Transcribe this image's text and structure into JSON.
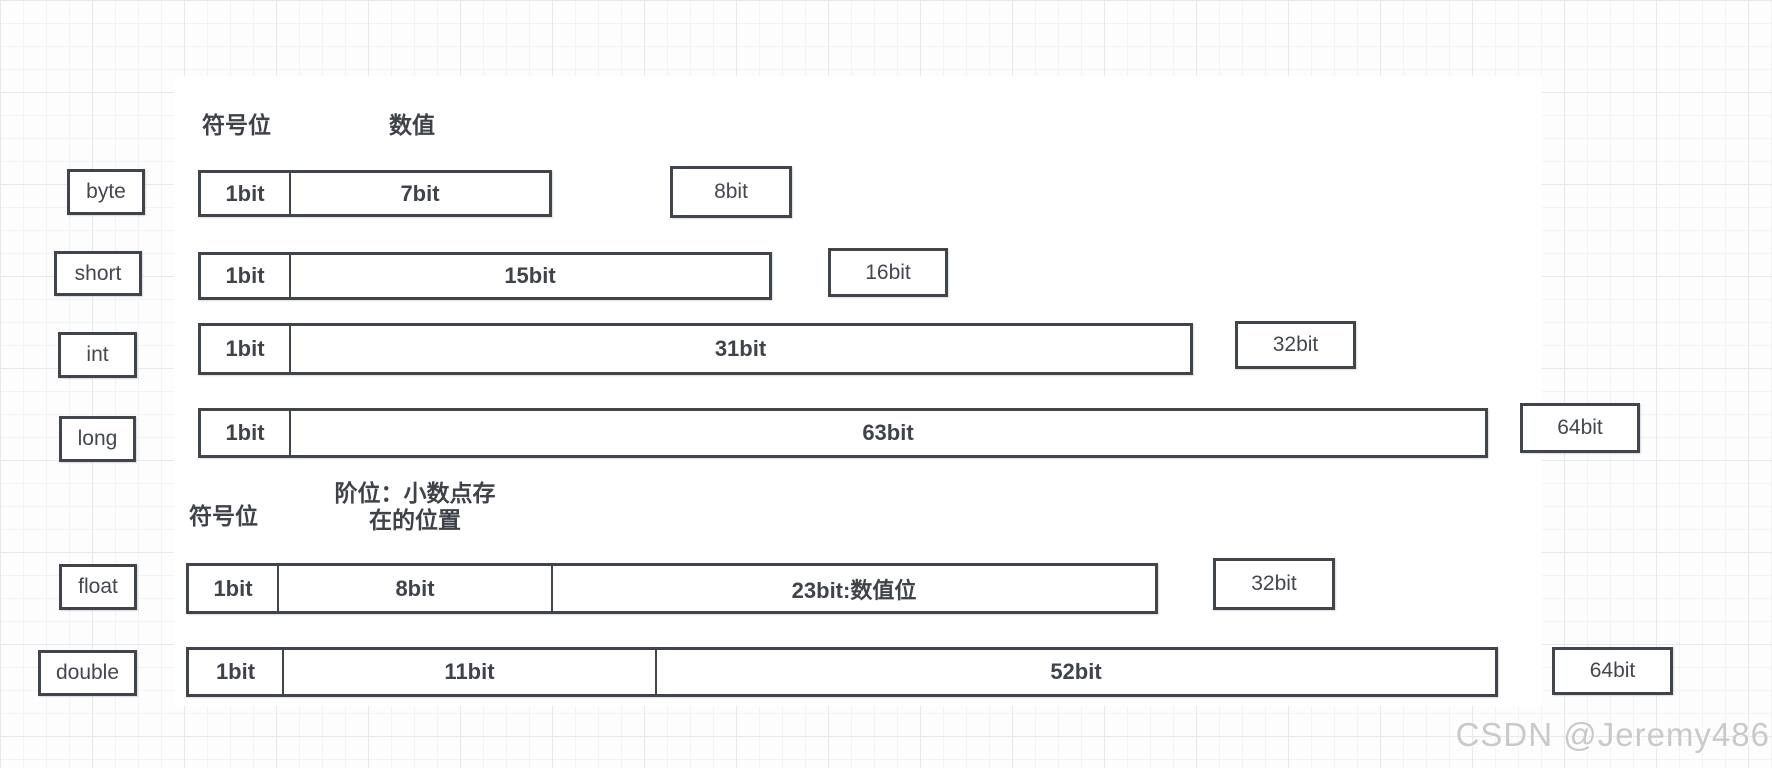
{
  "headers": {
    "sign_top": "符号位",
    "value_top": "数值",
    "sign_bottom": "符号位",
    "exponent_line1": "阶位：小数点存",
    "exponent_line2": "在的位置"
  },
  "rows": [
    {
      "type": "byte",
      "segments": [
        "1bit",
        "7bit"
      ],
      "total": "8bit"
    },
    {
      "type": "short",
      "segments": [
        "1bit",
        "15bit"
      ],
      "total": "16bit"
    },
    {
      "type": "int",
      "segments": [
        "1bit",
        "31bit"
      ],
      "total": "32bit"
    },
    {
      "type": "long",
      "segments": [
        "1bit",
        "63bit"
      ],
      "total": "64bit"
    },
    {
      "type": "float",
      "segments": [
        "1bit",
        "8bit",
        "23bit:数值位"
      ],
      "total": "32bit"
    },
    {
      "type": "double",
      "segments": [
        "1bit",
        "11bit",
        "52bit"
      ],
      "total": "64bit"
    }
  ],
  "watermark": "CSDN @Jeremy486",
  "colors": {
    "shape_border": "#40454b",
    "shape_text": "#3f434a",
    "grid_minor": "#f2f3f5",
    "grid_major": "#e7e8eb",
    "canvas_bg": "#ffffff",
    "watermark_text": "#c9c9c9"
  }
}
